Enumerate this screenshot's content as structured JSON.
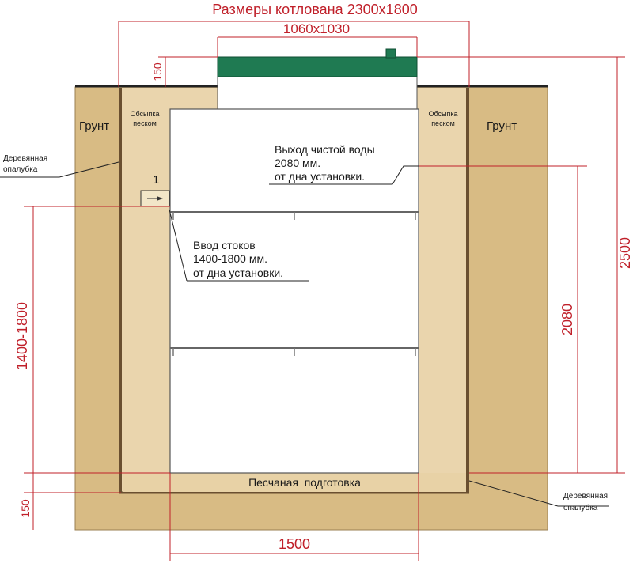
{
  "title": "Размеры котлована 2300х1800",
  "dimensions": {
    "top_unit": "1060х1030",
    "lid": "150",
    "height_total": "2500",
    "height_outlet": "2080",
    "inlet_range": "1400-1800",
    "bottom_sand": "150",
    "bottom_width": "1500"
  },
  "labels": {
    "soil_left": "Грунт",
    "soil_right": "Грунт",
    "sand_fill_left_1": "Обсыпка",
    "sand_fill_left_2": "песком",
    "sand_fill_right_1": "Обсыпка",
    "sand_fill_right_2": "песком",
    "formwork_left_1": "Деревянная",
    "formwork_left_2": "опалубка",
    "formwork_right_1": "Деревянная",
    "formwork_right_2": "опалубка",
    "outlet_1": "Выход чистой воды",
    "outlet_2": "2080 мм.",
    "outlet_3": "от дна установки.",
    "inlet_1": "Ввод стоков",
    "inlet_2": "1400-1800 мм.",
    "inlet_3": "от дна установки.",
    "sand_bed": "Песчаная  подготовка",
    "inlet_marker": "1"
  },
  "colors": {
    "soil": "#d8bb84",
    "sand": "#ead5ad",
    "lid": "#1f7a52",
    "dimension": "#c0202a",
    "outline": "#333333",
    "tank": "#ffffff"
  }
}
